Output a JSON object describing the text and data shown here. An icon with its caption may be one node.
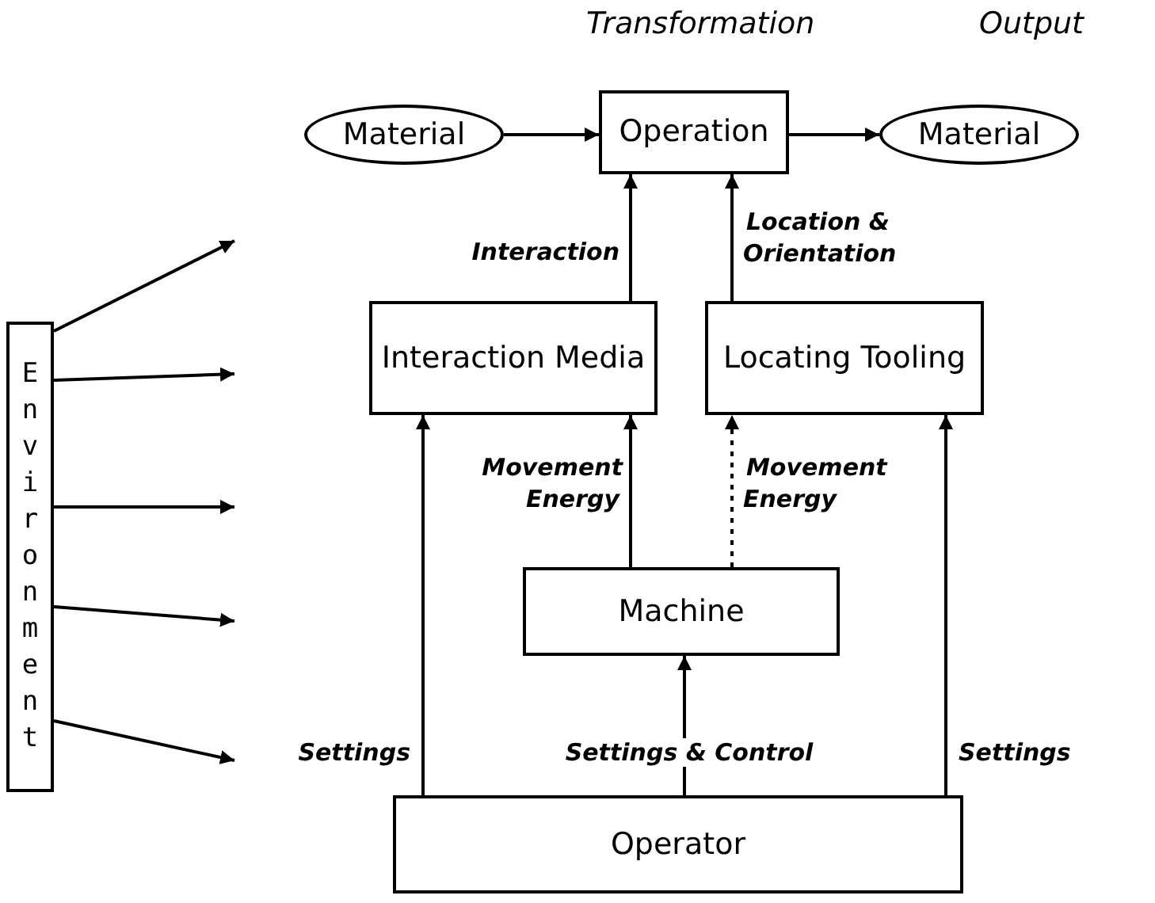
{
  "diagram": {
    "nodes": [
      {
        "text": [
          "Material"
        ]
      },
      {
        "text": [
          "Operation"
        ]
      },
      {
        "text": [
          "Material"
        ]
      },
      {
        "text": [
          "Interaction Media"
        ]
      },
      {
        "text": [
          "Locating Tooling"
        ]
      },
      {
        "text": [
          "Machine"
        ]
      },
      {
        "text": [
          "Operator"
        ]
      },
      {
        "text": [
          "Environment"
        ]
      }
    ],
    "edges": [
      {
        "from": 0,
        "to": 1,
        "arrow": "to"
      },
      {
        "from": 1,
        "to": 2,
        "arrow": "to"
      },
      {
        "from": 3,
        "to": 1,
        "arrow": "to",
        "label": "Interaction"
      },
      {
        "from": 4,
        "to": 1,
        "arrow": "to",
        "label": "Location & Orientation"
      },
      {
        "from": 5,
        "to": 3,
        "arrow": "to",
        "label": "Movement Energy"
      },
      {
        "from": 5,
        "to": 4,
        "arrow": "to",
        "label": "Movement Energy",
        "style": "dashed"
      },
      {
        "from": 6,
        "to": 3,
        "arrow": "to",
        "label": "Settings"
      },
      {
        "from": 6,
        "to": 5,
        "arrow": "to",
        "label": "Settings & Control"
      },
      {
        "from": 6,
        "to": 4,
        "arrow": "to",
        "label": "Settings"
      },
      {
        "from": 7,
        "to": null,
        "arrow": "to"
      },
      {
        "from": 7,
        "to": null,
        "arrow": "to"
      },
      {
        "from": 7,
        "to": null,
        "arrow": "to"
      },
      {
        "from": 7,
        "to": null,
        "arrow": "to"
      },
      {
        "from": 7,
        "to": null,
        "arrow": "to"
      }
    ],
    "labels": [
      "Transformation",
      "Output"
    ]
  }
}
